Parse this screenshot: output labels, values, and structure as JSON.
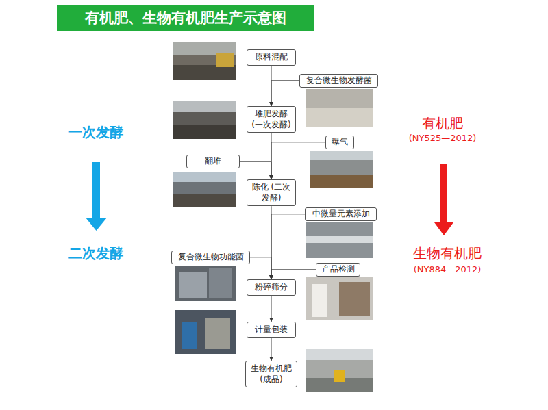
{
  "diagram": {
    "title": "有机肥、生物有机肥生产示意图",
    "nodes": [
      {
        "text": [
          "原料混配"
        ]
      },
      {
        "text": [
          "复合微生物发酵菌"
        ]
      },
      {
        "text": [
          "堆肥发酵 (一次发酵)"
        ]
      },
      {
        "text": [
          "曝气"
        ]
      },
      {
        "text": [
          "翻堆"
        ]
      },
      {
        "text": [
          "陈化 (二次发酵)"
        ]
      },
      {
        "text": [
          "中微量元素添加"
        ]
      },
      {
        "text": [
          "复合微生物功能菌"
        ]
      },
      {
        "text": [
          "产品检测"
        ]
      },
      {
        "text": [
          "粉碎筛分"
        ]
      },
      {
        "text": [
          "计量包装"
        ]
      },
      {
        "text": [
          "生物有机肥 (成品)"
        ]
      }
    ],
    "edges": [
      {
        "from": 0,
        "to": 2,
        "arrow": "to"
      },
      {
        "from": 1,
        "to": 2,
        "arrow": "to"
      },
      {
        "from": 2,
        "to": 5,
        "arrow": "to"
      },
      {
        "from": 3,
        "to": 5,
        "arrow": "to"
      },
      {
        "from": 4,
        "to": 5,
        "arrow": "to"
      },
      {
        "from": 5,
        "to": 9,
        "arrow": "to"
      },
      {
        "from": 6,
        "to": 9,
        "arrow": "to"
      },
      {
        "from": 7,
        "to": 9,
        "arrow": "to"
      },
      {
        "from": 8,
        "to": 9,
        "arrow": "to"
      },
      {
        "from": 9,
        "to": 10,
        "arrow": "to"
      },
      {
        "from": 10,
        "to": 11,
        "arrow": "to"
      }
    ],
    "labels": [
      "一次发酵",
      "二次发酵",
      "有机肥",
      "(NY525—2012)",
      "生物有机肥",
      "(NY884—2012)"
    ]
  }
}
